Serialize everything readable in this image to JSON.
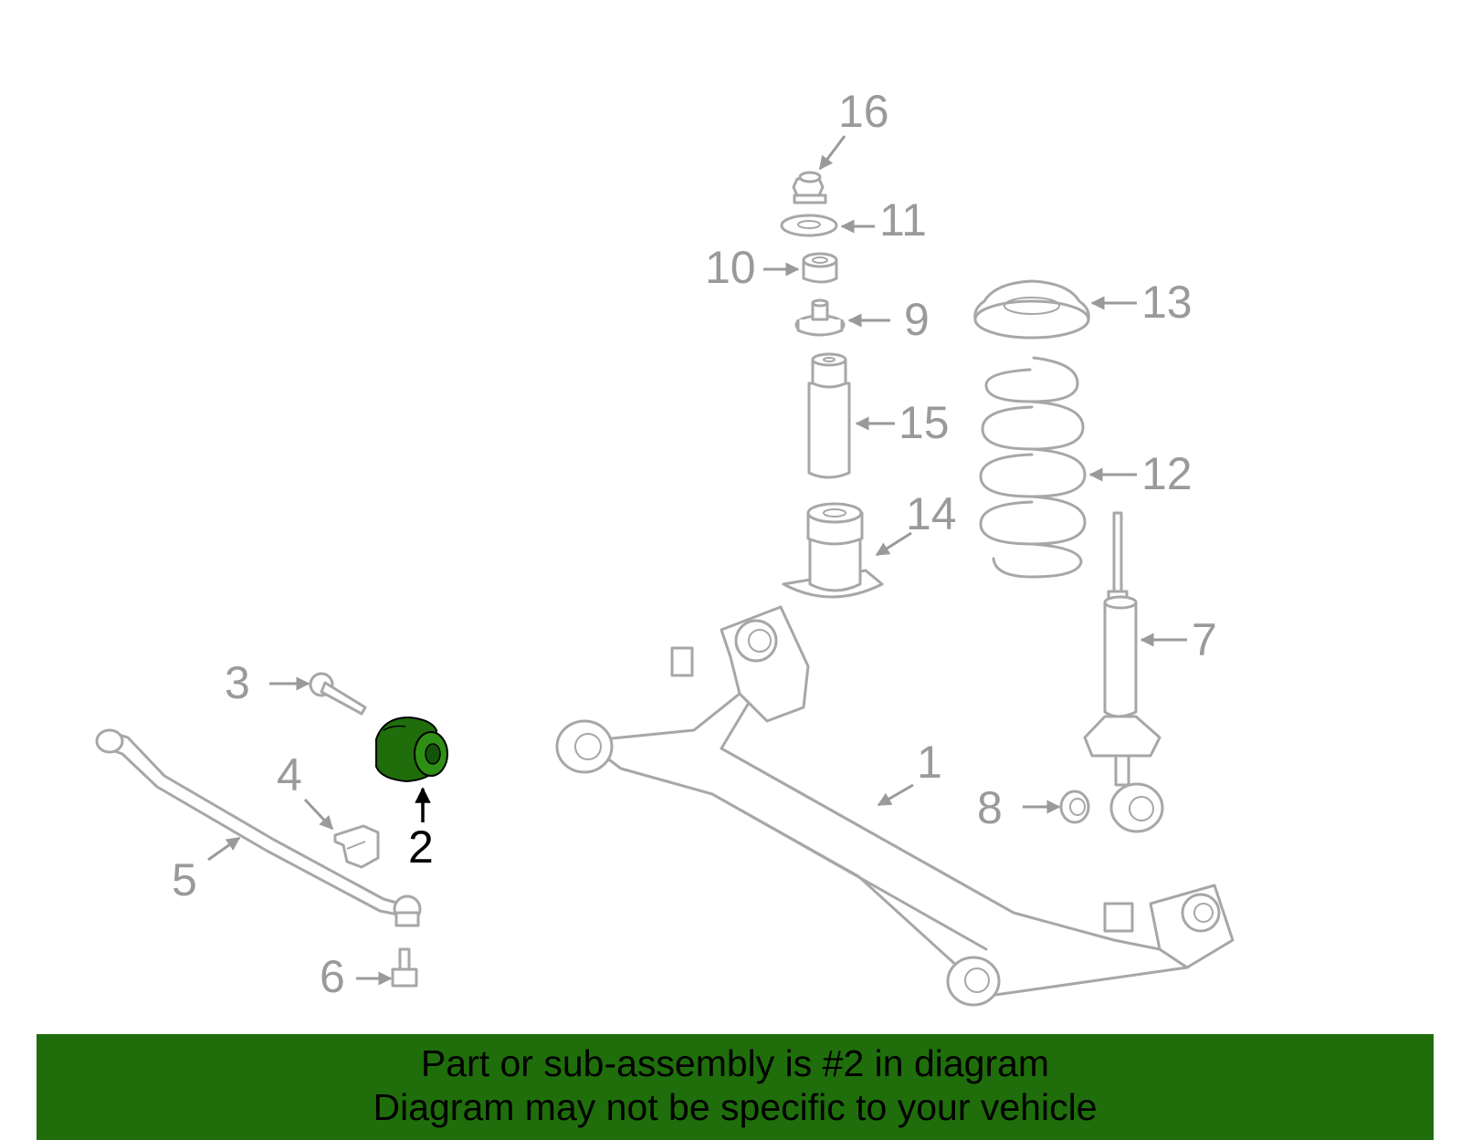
{
  "labels": {
    "p1": "1",
    "p2": "2",
    "p3": "3",
    "p4": "4",
    "p5": "5",
    "p6": "6",
    "p7": "7",
    "p8": "8",
    "p9": "9",
    "p10": "10",
    "p11": "11",
    "p12": "12",
    "p13": "13",
    "p14": "14",
    "p15": "15",
    "p16": "16"
  },
  "highlight": {
    "part_number": "2",
    "color": "#1f6e0b"
  },
  "colors": {
    "part_outline": "#a7a7a7",
    "label_gray": "#9a9a9a",
    "banner_green": "#1f6e0b"
  },
  "banner": {
    "line1": "Part or sub-assembly is #2 in diagram",
    "line2": "Diagram may not be specific to your vehicle"
  }
}
